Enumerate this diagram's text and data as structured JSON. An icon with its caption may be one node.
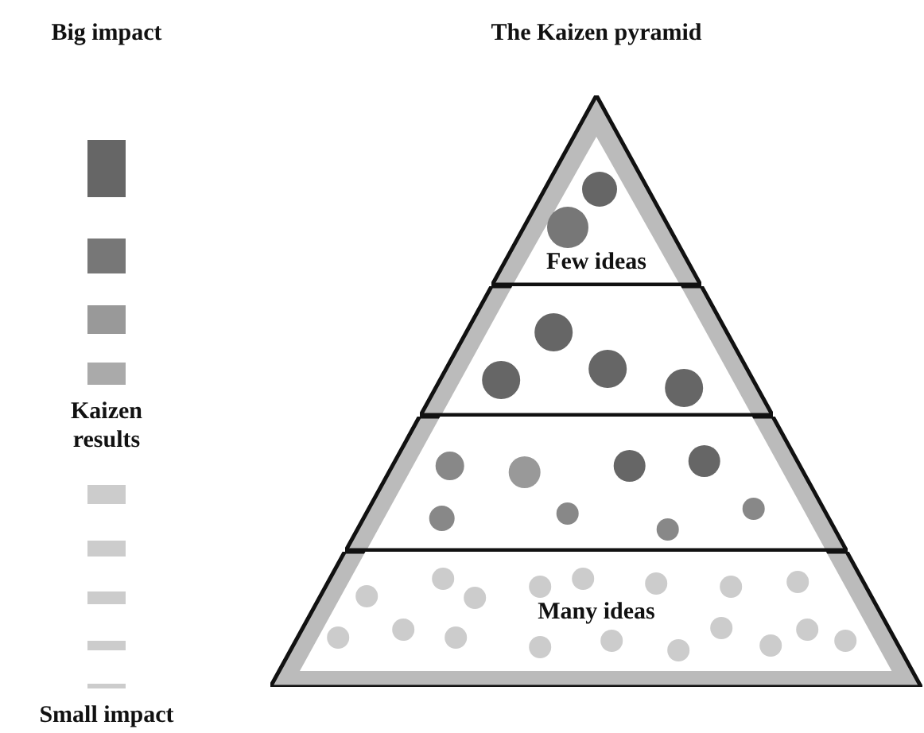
{
  "diagram": {
    "title": "The Kaizen pyramid",
    "nodes": [
      {
        "text": [
          "Few ideas"
        ]
      },
      {
        "text": [],
        "shape": "trapezoid"
      },
      {
        "text": [],
        "shape": "trapezoid"
      },
      {
        "text": [
          "Many ideas"
        ]
      }
    ],
    "labels": [
      "Big impact",
      "Kaizen results",
      "Small impact"
    ]
  }
}
